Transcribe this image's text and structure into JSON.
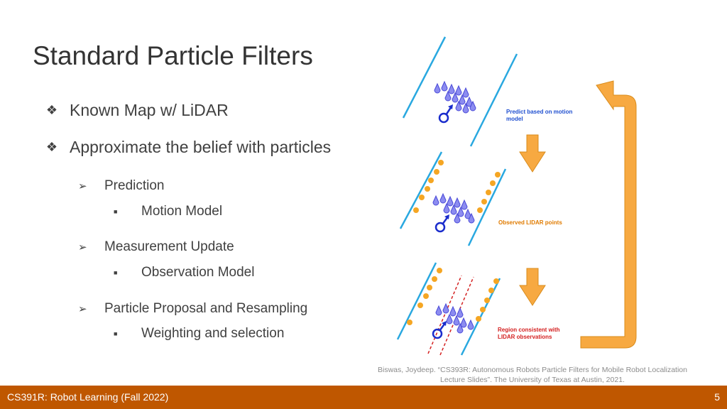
{
  "slide": {
    "title": "Standard Particle Filters"
  },
  "bullets": {
    "known_map": "Known Map w/ LiDAR",
    "approximate": "Approximate the belief with particles",
    "prediction": "Prediction",
    "motion_model": "Motion Model",
    "measurement_update": "Measurement Update",
    "observation_model": "Observation Model",
    "proposal": "Particle Proposal and Resampling",
    "weighting": "Weighting and selection"
  },
  "figure": {
    "predict_label_1": "Predict based on motion",
    "predict_label_2": "model",
    "observed_label": "Observed LIDAR points",
    "region_label_1": "Region consistent with",
    "region_label_2": "LIDAR observations"
  },
  "citation": {
    "line1": "Biswas, Joydeep. “CS393R: Autonomous Robots Particle Filters for Mobile Robot Localization",
    "line2": "Lecture Slides”. The University of Texas at Austin, 2021."
  },
  "footer": {
    "course": "CS391R: Robot Learning (Fall 2022)",
    "page_number": "5"
  },
  "colors": {
    "footer": "#bf5700",
    "wall": "#29a8e0",
    "lidar_point": "#f5a623",
    "arrow": "#f7a941",
    "label_blue": "#1f4fd0",
    "label_orange": "#e07b00",
    "label_red": "#d42020",
    "robot": "#1a2ccc"
  }
}
